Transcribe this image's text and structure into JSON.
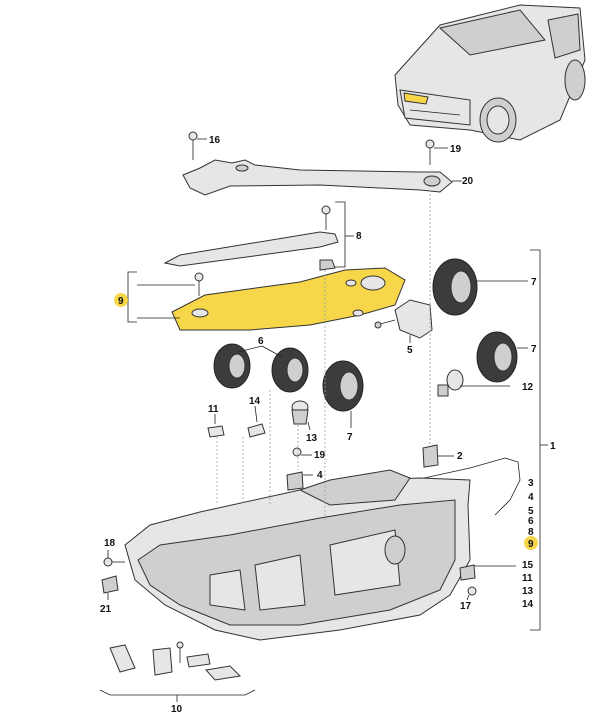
{
  "colors": {
    "highlight": "#f7d64a",
    "line": "#222222",
    "part": "#e6e6e6",
    "dark": "#3c3c3c"
  },
  "labels": {
    "l1": "1",
    "l2": "2",
    "l3": "3",
    "l4": "4",
    "l5": "5",
    "l6": "6",
    "l7a": "7",
    "l7b": "7",
    "l7c": "7",
    "l8a": "8",
    "l8b": "8",
    "l9a": "9",
    "l9b": "9",
    "l10": "10",
    "l11a": "11",
    "l11b": "11",
    "l12": "12",
    "l13a": "13",
    "l13b": "13",
    "l14a": "14",
    "l14b": "14",
    "l15": "15",
    "l16": "16",
    "l17": "17",
    "l18": "18",
    "l19a": "19",
    "l19b": "19",
    "l20": "20",
    "l21": "21"
  }
}
